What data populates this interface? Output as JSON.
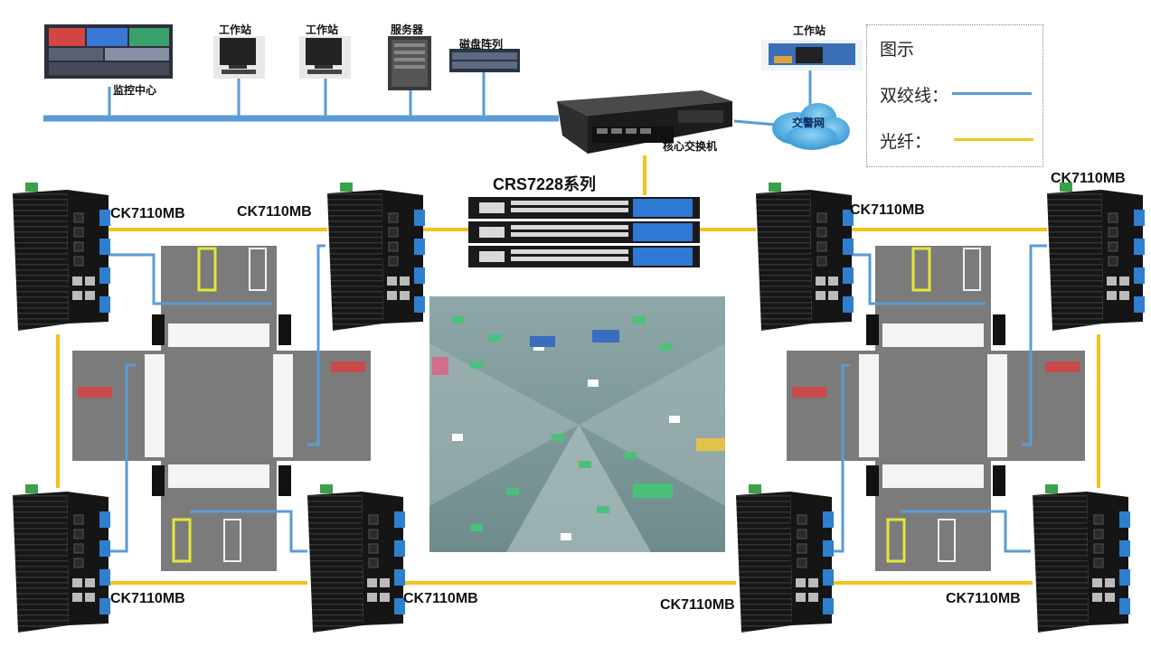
{
  "labels": {
    "monitor_center": "监控中心",
    "workstation_1": "工作站",
    "workstation_2": "工作站",
    "server": "服务器",
    "disk_array": "磁盘阵列",
    "core_switch": "核心交换机",
    "traffic_police_net": "交警网",
    "workstation_3": "工作站",
    "series": "CRS7228系列"
  },
  "legend": {
    "title": "图示",
    "twisted_pair": "双绞线：",
    "fiber": "光纤："
  },
  "switch_models": {
    "tl": "CK7110MB",
    "tc": "CK7110MB",
    "trc": "CK7110MB",
    "tr": "CK7110MB",
    "bl": "CK7110MB",
    "bc": "CK7110MB",
    "brc": "CK7110MB",
    "br": "CK7110MB"
  },
  "colors": {
    "twisted_pair": "#5b9bd5",
    "fiber": "#f5c21b",
    "cloud": "#3fa9e0"
  }
}
